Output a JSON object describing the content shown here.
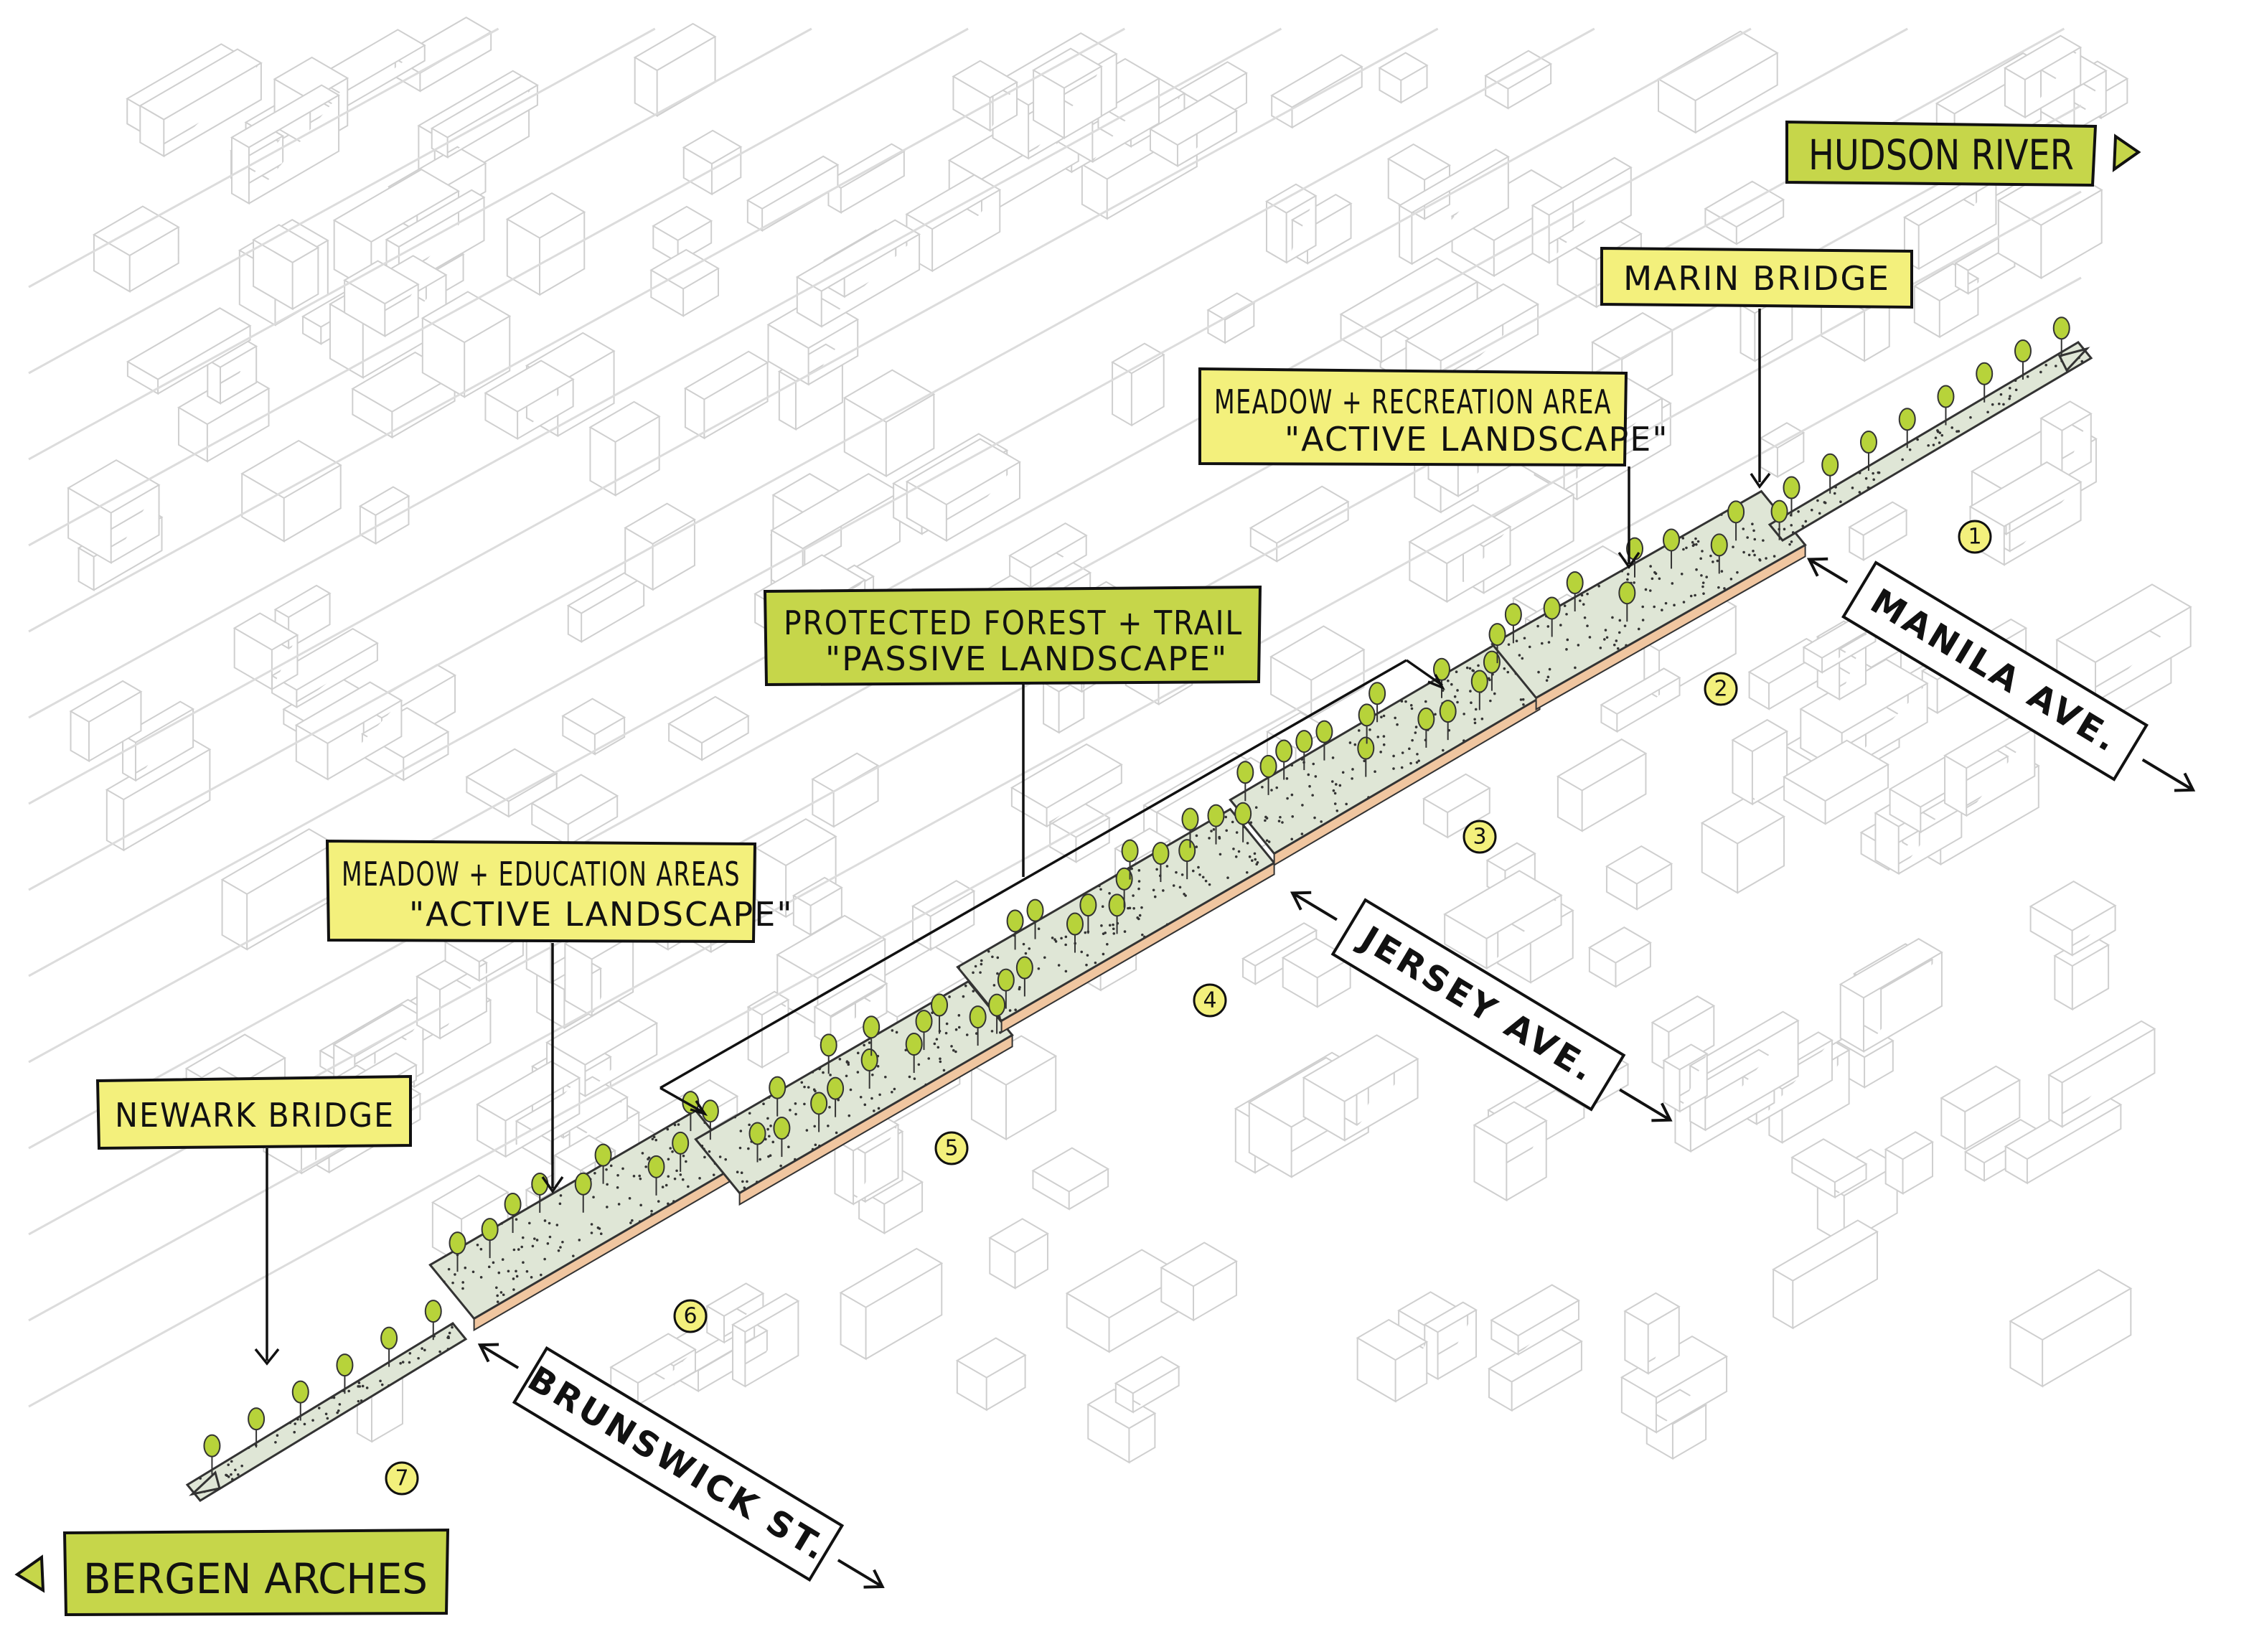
{
  "colors": {
    "green": "#c6d64a",
    "yellow": "#f3f07c",
    "plate": "#dfe6d6",
    "plate_edge": "#f0c6a0",
    "tree": "#b7d33a",
    "bg_lines": "#cfcfcf"
  },
  "destinations": {
    "hudson_river": "HUDSON RIVER",
    "bergen_arches": "BERGEN ARCHES"
  },
  "callouts": {
    "marin_bridge": "MARIN BRIDGE",
    "meadow_recreation": {
      "line1": "MEADOW + RECREATION AREA",
      "line2": "\"ACTIVE LANDSCAPE\""
    },
    "protected_forest": {
      "line1": "PROTECTED FOREST + TRAIL",
      "line2": "\"PASSIVE LANDSCAPE\""
    },
    "meadow_education": {
      "line1": "MEADOW + EDUCATION AREAS",
      "line2": "\"ACTIVE LANDSCAPE\""
    },
    "newark_bridge": "NEWARK BRIDGE"
  },
  "streets": {
    "manila": "MANILA AVE.",
    "jersey": "JERSEY AVE.",
    "brunswick": "BRUNSWICK ST."
  },
  "segments": [
    "1",
    "2",
    "3",
    "4",
    "5",
    "6",
    "7"
  ]
}
